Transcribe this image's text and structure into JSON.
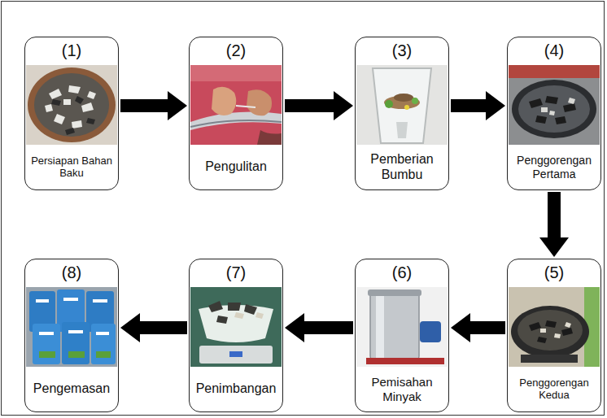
{
  "diagram": {
    "nodes": [
      {
        "text": [
          "(1)",
          "Persiapan Bahan Baku"
        ]
      },
      {
        "text": [
          "(2)",
          "Pengulitan"
        ]
      },
      {
        "text": [
          "(3)",
          "Pemberian Bumbu"
        ]
      },
      {
        "text": [
          "(4)",
          "Penggorengan Pertama"
        ]
      },
      {
        "text": [
          "(5)",
          "Penggorengan Kedua"
        ]
      },
      {
        "text": [
          "(6)",
          "Pemisahan Minyak"
        ]
      },
      {
        "text": [
          "(7)",
          "Penimbangan"
        ]
      },
      {
        "text": [
          "(8)",
          "Pengemasan"
        ]
      }
    ],
    "edges": [
      {
        "from": 0,
        "to": 1,
        "arrow": "to"
      },
      {
        "from": 1,
        "to": 2,
        "arrow": "to"
      },
      {
        "from": 2,
        "to": 3,
        "arrow": "to"
      },
      {
        "from": 3,
        "to": 4,
        "arrow": "to"
      },
      {
        "from": 4,
        "to": 5,
        "arrow": "to"
      },
      {
        "from": 5,
        "to": 6,
        "arrow": "to"
      },
      {
        "from": 6,
        "to": 7,
        "arrow": "to"
      }
    ]
  }
}
